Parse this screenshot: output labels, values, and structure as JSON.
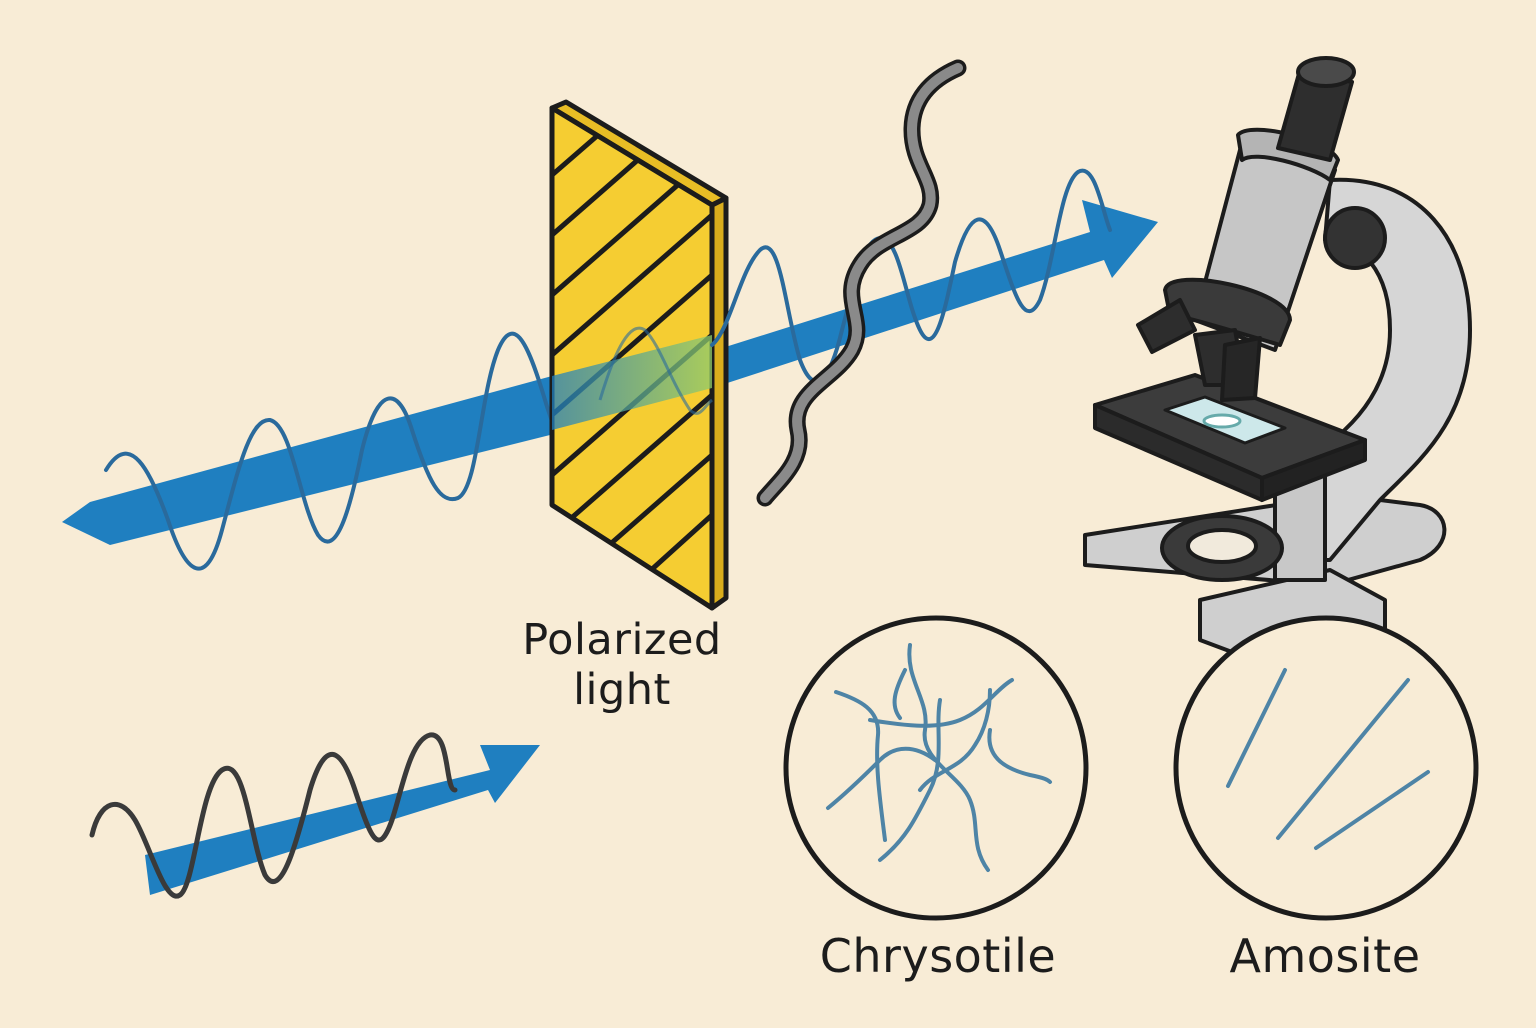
{
  "labels": {
    "polarizer_line1": "Polarized",
    "polarizer_line2": "light",
    "chrysotile": "Chrysotile",
    "amosite": "Amosite"
  },
  "colors": {
    "background": "#f8ecd6",
    "beam": "#1f7fc0",
    "wave": "#2a6a9c",
    "filter": "#f5cd32",
    "outline": "#1c1c1c",
    "fiber": "#4e84a6",
    "microscope_body": "#cfcfcf",
    "microscope_dark": "#2e2e2e",
    "slide": "#cde8ea"
  },
  "icons": [
    "light-beam-arrow",
    "polarizing-filter",
    "light-wave",
    "asbestos-fiber",
    "microscope-icon",
    "chrysotile-fibers",
    "amosite-fibers"
  ]
}
